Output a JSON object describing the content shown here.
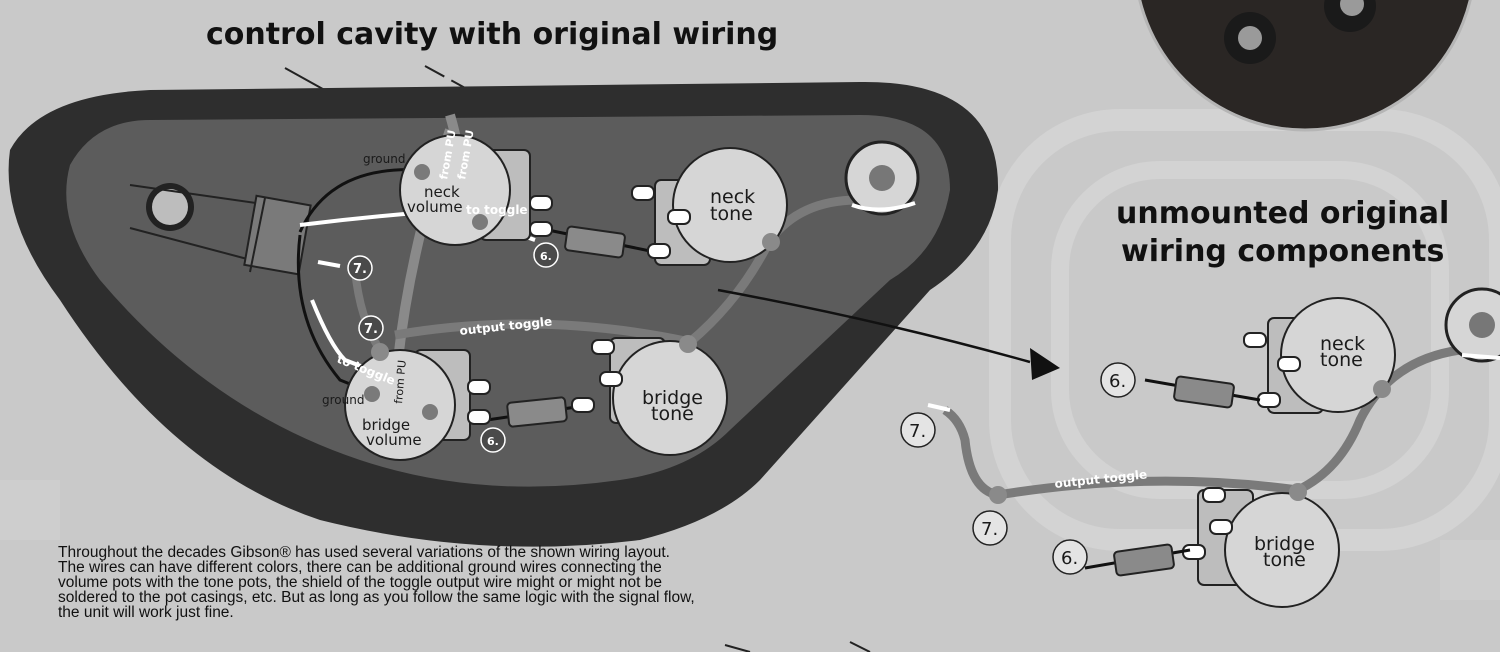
{
  "titles": {
    "cavity": "control cavity with original wiring",
    "unmounted_line1": "unmounted original",
    "unmounted_line2": "wiring components"
  },
  "cavity_labels": {
    "ground_top": "ground",
    "ground_bottom": "ground",
    "neck_volume_1": "neck",
    "neck_volume_2": "volume",
    "neck_tone_1": "neck",
    "neck_tone_2": "tone",
    "bridge_volume_1": "bridge",
    "bridge_volume_2": "volume",
    "bridge_tone_1": "bridge",
    "bridge_tone_2": "tone",
    "from_pu_1": "from PU",
    "from_pu_2": "from PU",
    "from_pu_3": "from PU",
    "to_toggle_1": "to toggle",
    "to_toggle_2": "to toggle",
    "output_toggle": "output toggle",
    "marker_7a": "7.",
    "marker_7b": "7.",
    "marker_6a": "6.",
    "marker_6b": "6."
  },
  "unmounted_labels": {
    "neck_tone_1": "neck",
    "neck_tone_2": "tone",
    "bridge_tone_1": "bridge",
    "bridge_tone_2": "tone",
    "output_toggle": "output toggle",
    "marker_6a": "6.",
    "marker_6b": "6.",
    "marker_7a": "7.",
    "marker_7b": "7."
  },
  "description": "Throughout the decades Gibson® has used several variations of the shown wiring layout. The wires can have different colors, there can be additional ground wires connecting the volume pots with the tone pots, the shield of the toggle output wire might or might not be soldered to the pot casings, etc. But as long as you follow the same logic with the signal flow, the unit will work just fine.",
  "colors": {
    "background": "#c9c9c9",
    "cavity_outer": "#2e2e2e",
    "cavity_inner": "#5c5c5c",
    "pot": "#d6d6d6",
    "wire_gray": "#7a7a7a",
    "wire_white": "#ffffff",
    "wire_black": "#111111"
  }
}
